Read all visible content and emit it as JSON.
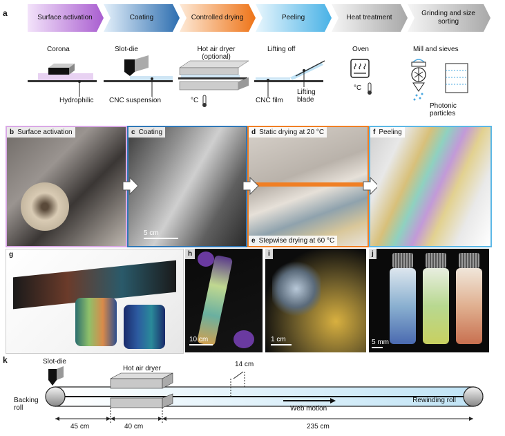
{
  "panel_a": {
    "letter": "a",
    "steps": [
      {
        "label": "Surface activation",
        "color": "#c88ee0"
      },
      {
        "label": "Coating",
        "color": "#4a90c8"
      },
      {
        "label": "Controlled drying",
        "color": "#f2903a"
      },
      {
        "label": "Peeling",
        "color": "#6cc0ea"
      },
      {
        "label": "Heat treatment",
        "color": "#bdbdbd"
      },
      {
        "label": "Grinding and size sorting",
        "color": "#bdbdbd"
      }
    ],
    "tools": [
      "Corona",
      "Slot-die",
      "Hot air dryer (optional)",
      "Lifting off",
      "Oven",
      "Mill and sieves"
    ],
    "annotations": {
      "hydrophilic": "Hydrophilic",
      "cnc_suspension": "CNC suspension",
      "celsius_dryer": "°C",
      "cnc_film": "CNC film",
      "lifting_blade": "Lifting blade",
      "celsius_oven": "°C",
      "photonic_particles": "Photonic particles"
    }
  },
  "photos": {
    "b": {
      "letter": "b",
      "title": "Surface activation"
    },
    "c": {
      "letter": "c",
      "title": "Coating",
      "scale": "5 cm"
    },
    "d": {
      "letter": "d",
      "title": "Static drying at 20 °C"
    },
    "e": {
      "letter": "e",
      "title": "Stepwise drying at 60 °C"
    },
    "f": {
      "letter": "f",
      "title": "Peeling"
    },
    "g": {
      "letter": "g"
    },
    "h": {
      "letter": "h",
      "scale": "10 cm"
    },
    "i": {
      "letter": "i",
      "scale": "1 cm"
    },
    "j": {
      "letter": "j",
      "scale": "5 mm"
    }
  },
  "panel_k": {
    "letter": "k",
    "slot_die": "Slot-die",
    "hot_air_dryer": "Hot air dryer",
    "height": "14 cm",
    "backing_roll": "Backing roll",
    "rewinding_roll": "Rewinding roll",
    "web_motion": "Web motion",
    "dist1": "45 cm",
    "dist2": "40 cm",
    "dist3": "235 cm"
  },
  "colors": {
    "surface_frame": "#d9a8e6",
    "coating_frame": "#2f78b8",
    "drying_frame": "#f07f24",
    "peeling_frame": "#5bb7e6"
  }
}
